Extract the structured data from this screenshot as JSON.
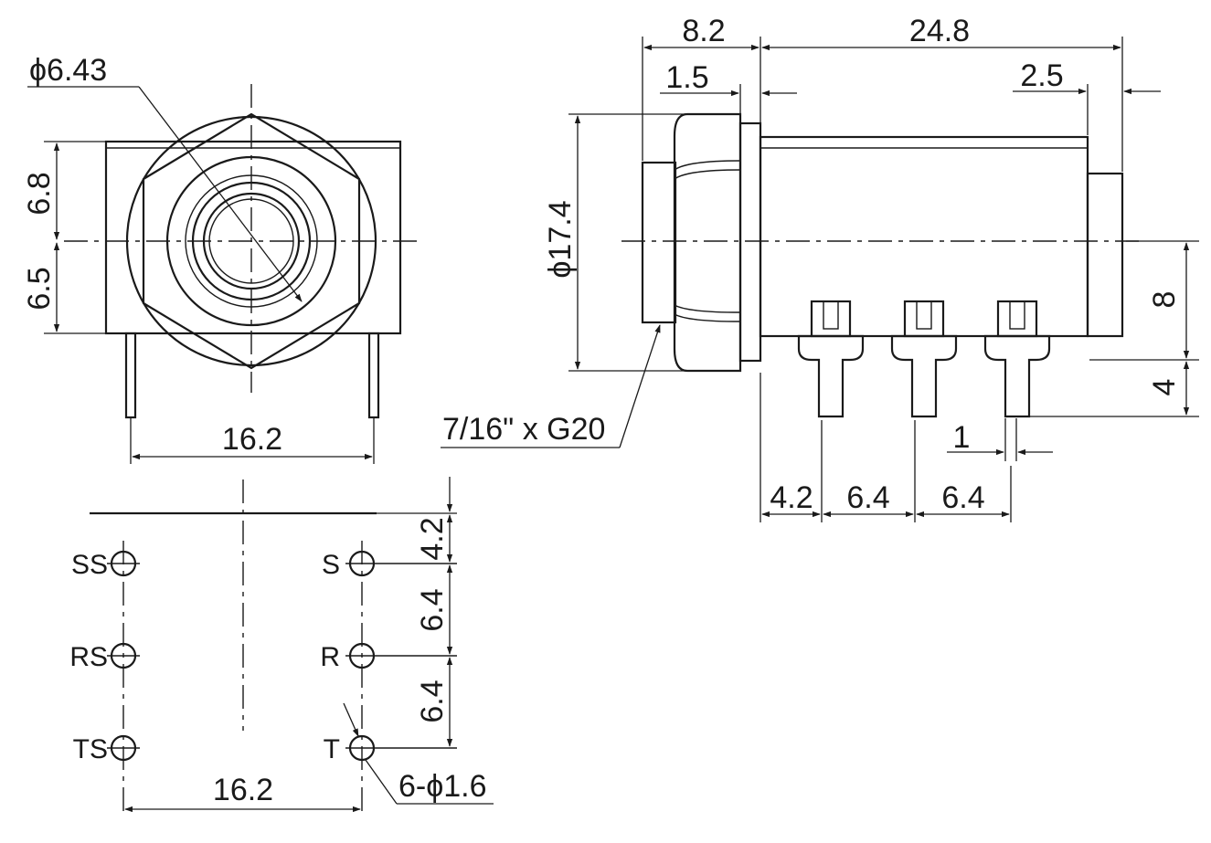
{
  "front_view": {
    "hole_diameter": "ϕ6.43",
    "height_upper": "6.8",
    "height_lower": "6.5",
    "width": "16.2"
  },
  "side_view": {
    "nut_length": "8.2",
    "body_length": "24.8",
    "washer": "1.5",
    "end_cap": "2.5",
    "diameter": "ϕ17.4",
    "thread": "7/16\" x G20",
    "pin_height": "8",
    "pin_length": "4",
    "pin_width": "1",
    "pitch_first": "4.2",
    "pitch_second": "6.4",
    "pitch_third": "6.4"
  },
  "pcb_layout": {
    "offset": "4.2",
    "pitch_1": "6.4",
    "pitch_2": "6.4",
    "width": "16.2",
    "hole_spec": "6-ϕ1.6",
    "pins_left": [
      "SS",
      "RS",
      "TS"
    ],
    "pins_right": [
      "S",
      "R",
      "T"
    ]
  }
}
